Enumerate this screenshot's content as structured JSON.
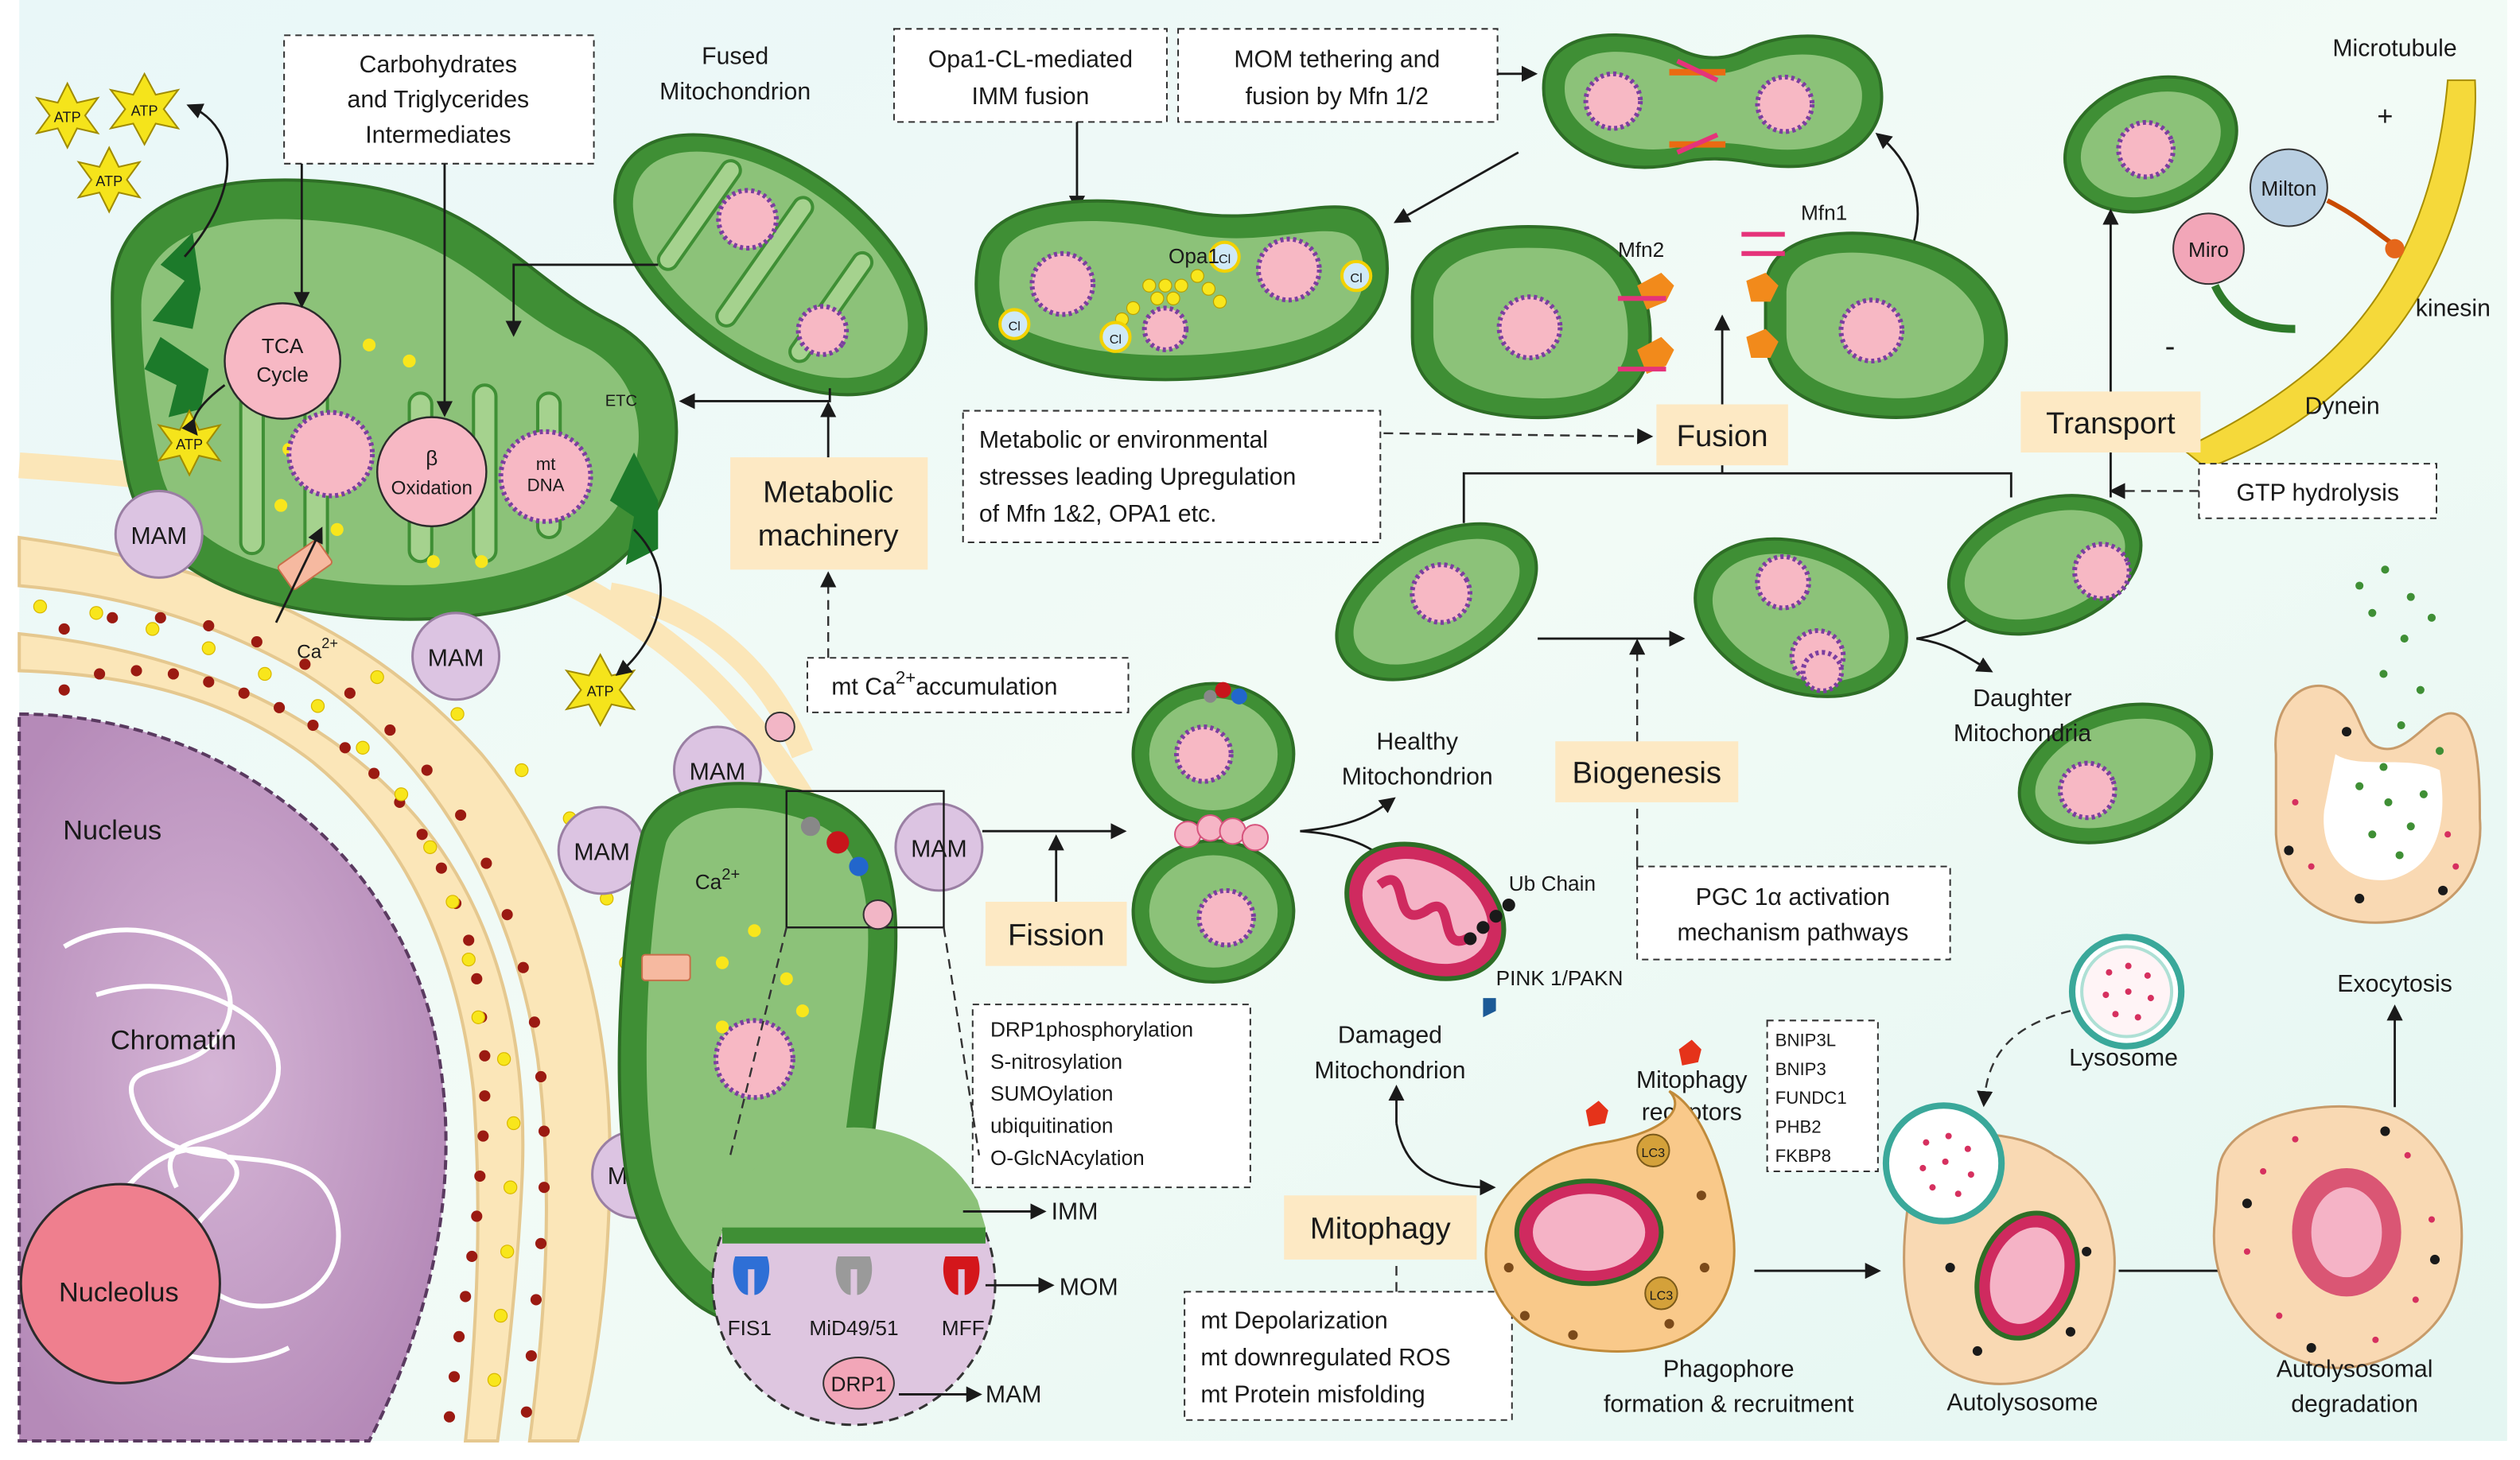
{
  "labels": {
    "carbohydrates": [
      "Carbohydrates",
      "and Triglycerides",
      "Intermediates"
    ],
    "fused": [
      "Fused",
      "Mitochondrion"
    ],
    "opa1_cl": [
      "Opa1-CL-mediated",
      "IMM fusion"
    ],
    "mom_tether": [
      "MOM tethering and",
      "fusion by Mfn 1/2"
    ],
    "microtubule": "Microtubule",
    "plus": "+",
    "minus": "-",
    "milton": "Milton",
    "miro": "Miro",
    "kinesin": "kinesin",
    "dynein": "Dynein",
    "transport": "Transport",
    "gtp": "GTP hydrolysis",
    "fusion": "Fusion",
    "mfn1": "Mfn1",
    "mfn2": "Mfn2",
    "opa1": "Opa1",
    "cl": "Cl",
    "stress": [
      "Metabolic or environmental",
      "stresses leading Upregulation",
      "of Mfn 1&2, OPA1 etc."
    ],
    "metabolic": [
      "Metabolic",
      "machinery"
    ],
    "tca": [
      "TCA",
      "Cycle"
    ],
    "beta": [
      "β",
      "Oxidation"
    ],
    "mtdna": [
      "mt",
      "DNA"
    ],
    "etc": "ETC",
    "atp": "ATP",
    "mam": "MAM",
    "ca": "Ca",
    "ca_sup": "2+",
    "mt_ca": [
      "mt Ca",
      "2+",
      "accumulation"
    ],
    "nucleus": "Nucleus",
    "chromatin": "Chromatin",
    "nucleolus": "Nucleolus",
    "fission": "Fission",
    "fission_mods": [
      "DRP1phosphorylation",
      "S-nitrosylation",
      "SUMOylation",
      "ubiquitination",
      "O-GlcNAcylation"
    ],
    "imm": "IMM",
    "mom": "MOM",
    "fis1": "FIS1",
    "mid": "MiD49/51",
    "mff": "MFF",
    "drp1": "DRP1",
    "healthy": [
      "Healthy",
      "Mitochondrion"
    ],
    "biogenesis": "Biogenesis",
    "daughter": [
      "Daughter",
      "Mitochondria"
    ],
    "pgc": [
      "PGC 1α activation",
      "mechanism pathways"
    ],
    "ub": "Ub Chain",
    "pink": "PINK 1/PAKN",
    "damaged": [
      "Damaged",
      "Mitochondrion"
    ],
    "mitophagy_receptors": [
      "Mitophagy",
      "receptors"
    ],
    "receptor_list": [
      "BNIP3L",
      "BNIP3",
      "FUNDC1",
      "PHB2",
      "FKBP8"
    ],
    "lc3": "LC3",
    "mitophagy": "Mitophagy",
    "mitophagy_causes": [
      "mt Depolarization",
      "mt downregulated ROS",
      "mt Protein misfolding"
    ],
    "phagophore": [
      "Phagophore",
      "formation & recruitment"
    ],
    "lysosome": "Lysosome",
    "autolysosome": "Autolysosome",
    "autolysosomal": [
      "Autolysosomal",
      "degradation"
    ],
    "exocytosis": "Exocytosis"
  },
  "colors": {
    "mito_outer": "#3f8f35",
    "mito_inner": "#8cc279",
    "tag_fill": "#fde9c4",
    "mam_fill": "#dcc4e2",
    "damaged": "#e5336b",
    "nucleus": "#c7a0c8",
    "nucleolus": "#ef7f8e",
    "er": "#fbe6b8",
    "atp": "#f5e41b",
    "lysosome_ring": "#3aa89a",
    "autolysosome": "#f9d9b3"
  },
  "icons": [
    "atp-star-icon",
    "mam-circle-icon",
    "mtdna-circle-icon",
    "lc3-circle-icon",
    "arrow-icon"
  ]
}
